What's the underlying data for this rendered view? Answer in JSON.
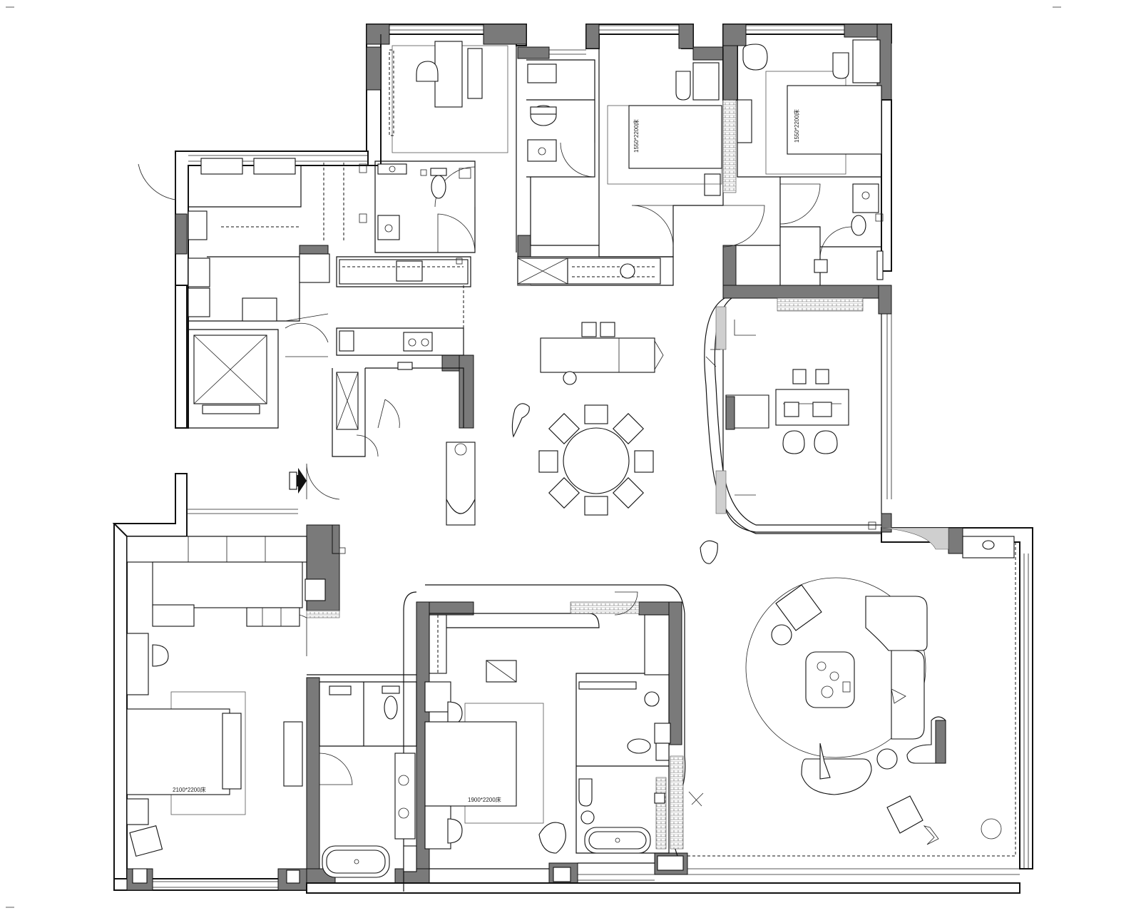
{
  "plan": {
    "bed_labels": {
      "bed_north_center": "1550*2200床",
      "bed_north_east": "1550*2200床",
      "bed_south_west": "2100*2200床",
      "bed_south_center": "1900*2200床"
    }
  }
}
